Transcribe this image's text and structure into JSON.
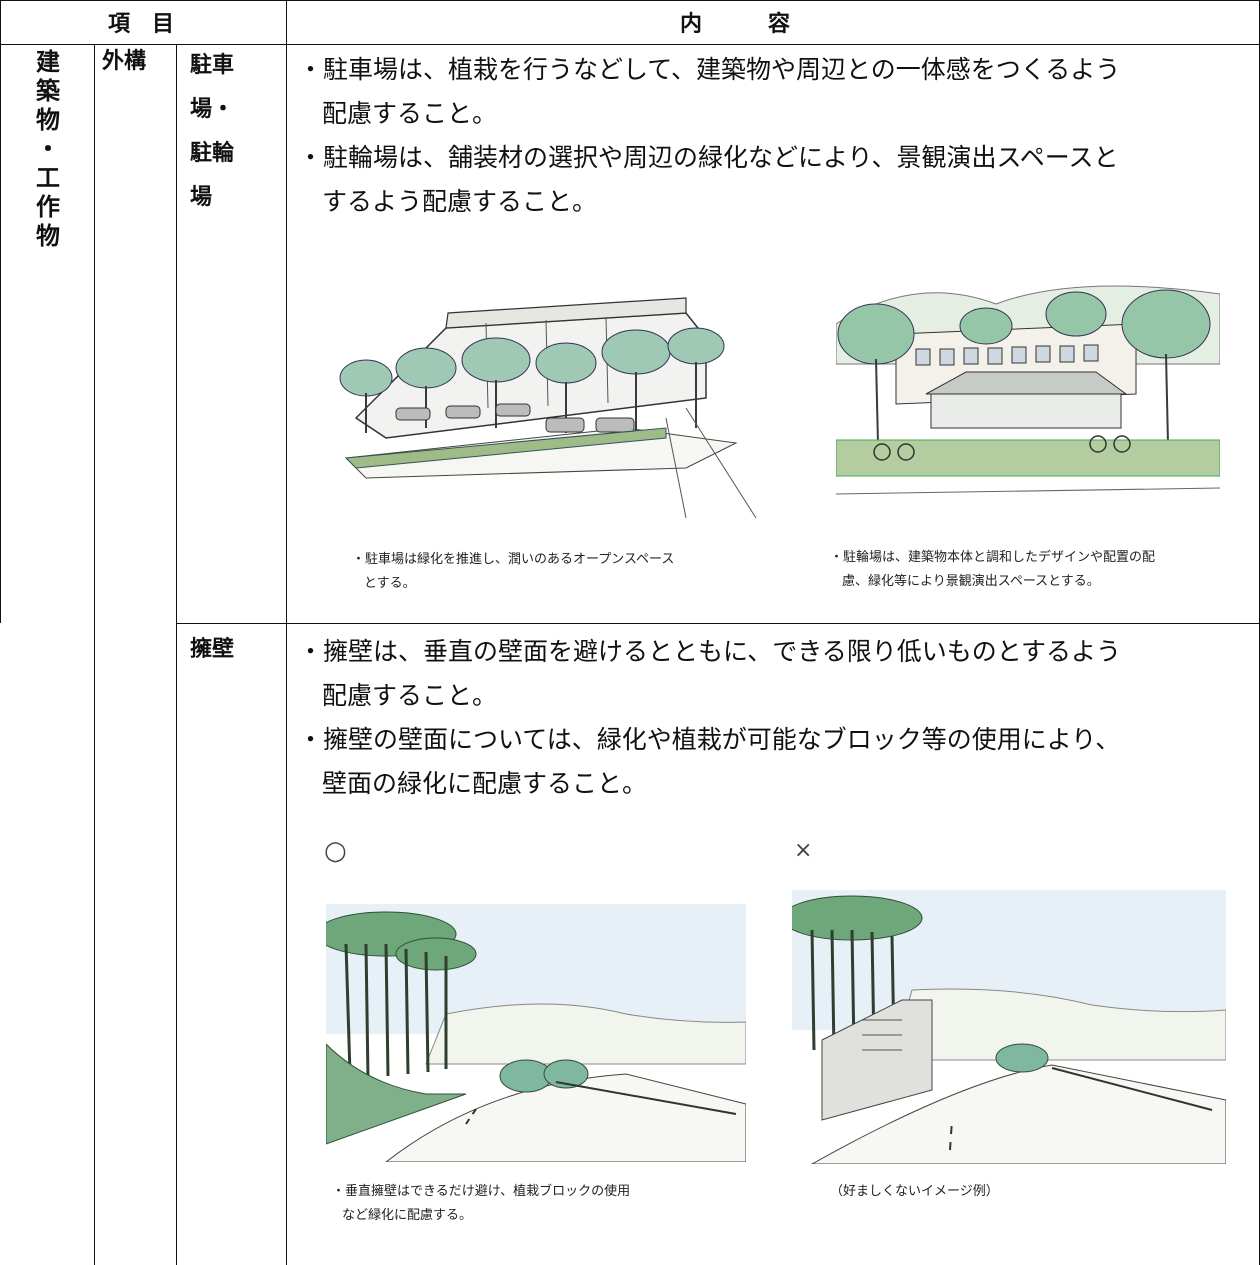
{
  "header": {
    "item_col": "項　目",
    "content_col": "内　　　容"
  },
  "category": {
    "vertical_chars": [
      "建",
      "築",
      "物",
      "・",
      "工",
      "作",
      "物"
    ],
    "subcategory": "外構"
  },
  "section1": {
    "label_lines": [
      "駐車",
      "場・",
      "駐輪",
      "場"
    ],
    "text_lines": [
      "・駐車場は、植栽を行うなどして、建築物や周辺との一体感をつくるよう",
      "配慮すること。",
      "・駐輪場は、舗装材の選択や周辺の緑化などにより、景観演出スペースと",
      "するよう配慮すること。"
    ],
    "caption_left": [
      "・駐車場は緑化を推進し、潤いのあるオープンスペース",
      "とする。"
    ],
    "caption_right": [
      "・駐輪場は、建築物本体と調和したデザインや配置の配",
      "慮、緑化等により景観演出スペースとする。"
    ]
  },
  "section2": {
    "label": "擁壁",
    "text_lines": [
      "・擁壁は、垂直の壁面を避けるとともに、できる限り低いものとするよう",
      "配慮すること。",
      "・擁壁の壁面については、緑化や植栽が可能なブロック等の使用により、",
      "壁面の緑化に配慮すること。"
    ],
    "good_mark": "○",
    "bad_mark": "×",
    "caption_left": [
      "・垂直擁壁はできるだけ避け、植栽ブロックの使用",
      "など緑化に配慮する。"
    ],
    "caption_right": "（好ましくないイメージ例）"
  }
}
